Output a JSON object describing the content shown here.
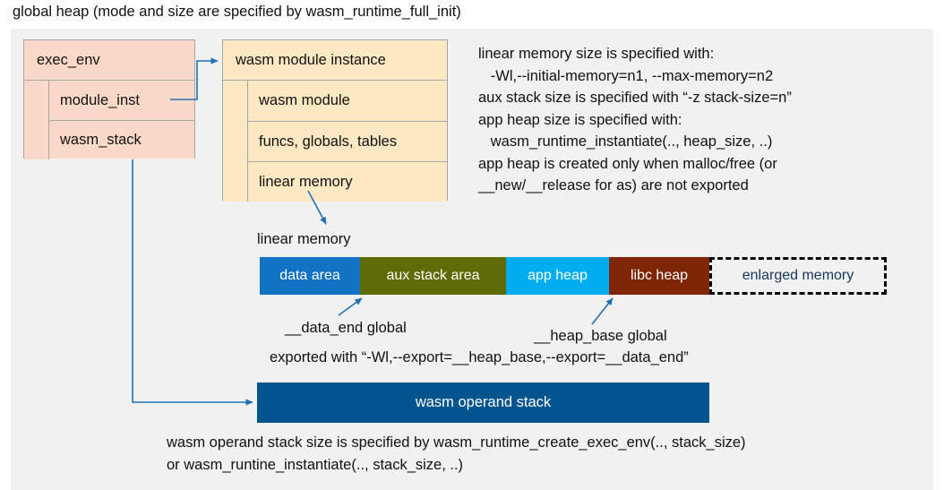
{
  "title": "global heap (mode and size are specified by wasm_runtime_full_init)",
  "colors": {
    "panel_bg": "#f1f1f1",
    "exec_env_fill": "#fbd9c8",
    "module_inst_fill": "#fce8c3",
    "box_border": "#a6a6a6",
    "connector": "#1f6fb5",
    "data_area": "#1272c4",
    "aux_stack_area": "#5f6b06",
    "app_heap": "#00adef",
    "libc_heap": "#7d2505",
    "enlarged_memory_border": "#000000",
    "enlarged_memory_text": "#16365c",
    "operand_stack": "#02548e",
    "text": "#111111"
  },
  "exec_env": {
    "header": "exec_env",
    "fields": [
      {
        "label": "module_inst"
      },
      {
        "label": "wasm_stack"
      }
    ]
  },
  "module_instance": {
    "header": "wasm module instance",
    "fields": [
      {
        "label": "wasm module"
      },
      {
        "label": "funcs, globals, tables"
      },
      {
        "label": "linear memory"
      }
    ]
  },
  "notes": {
    "lines": [
      "linear memory size is specified with:",
      "   -Wl,--initial-memory=n1, --max-memory=n2",
      "aux stack size is specified with “-z stack-size=n”",
      "app heap size is specified with:",
      "   wasm_runtime_instantiate(.., heap_size, ..)",
      "app heap is created only when malloc/free (or",
      "__new/__release for as) are not exported"
    ]
  },
  "linear_memory": {
    "label": "linear memory",
    "segments": [
      {
        "label": "data area",
        "color": "#1272c4",
        "width": 112,
        "style": "solid"
      },
      {
        "label": "aux stack area",
        "color": "#5f6b06",
        "width": 163,
        "style": "solid"
      },
      {
        "label": "app heap",
        "color": "#00adef",
        "width": 115,
        "style": "solid"
      },
      {
        "label": "libc heap",
        "color": "#7d2505",
        "width": 112,
        "style": "solid"
      },
      {
        "label": "enlarged memory",
        "color": "#f1f1f1",
        "width": 198,
        "style": "dashed"
      }
    ]
  },
  "annotations": {
    "data_end": "__data_end global",
    "heap_base": "__heap_base global",
    "exported_with": "exported with “-Wl,--export=__heap_base,--export=__data_end”"
  },
  "operand_stack": {
    "label": "wasm operand stack",
    "note_lines": [
      "wasm operand stack size is specified by wasm_runtime_create_exec_env(.., stack_size)",
      "or wasm_runtine_instantiate(.., stack_size, ..)"
    ]
  }
}
